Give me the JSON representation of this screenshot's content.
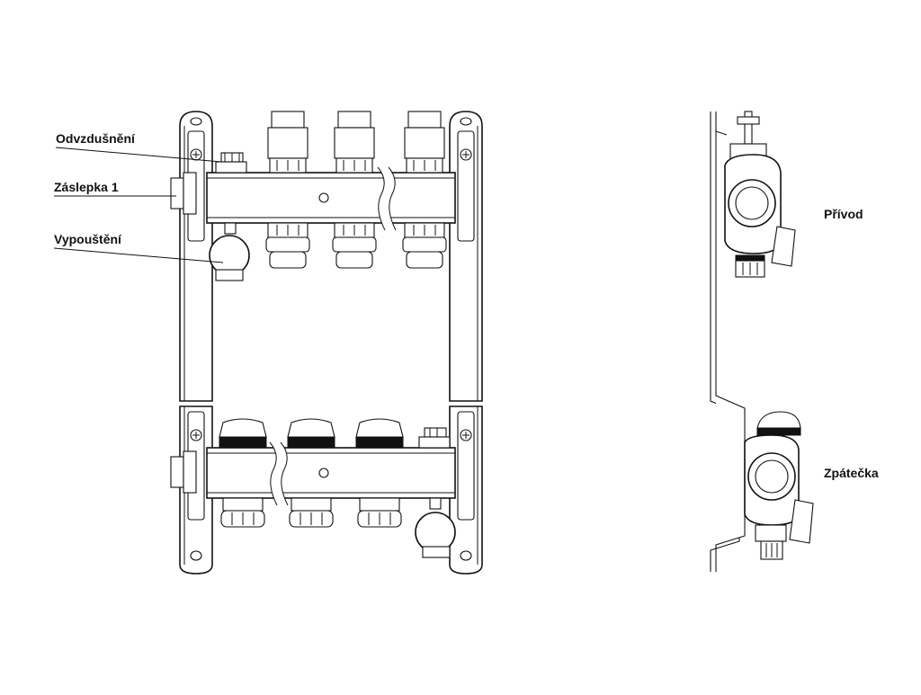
{
  "labels": {
    "odvzdusneni": "Odvzdušnění",
    "zaslepka": "Záslepka 1",
    "vypousteni": "Vypouštění",
    "privod": "Přívod",
    "zpatecka": "Zpátečka"
  },
  "colors": {
    "line": "#111111",
    "background": "#ffffff"
  }
}
